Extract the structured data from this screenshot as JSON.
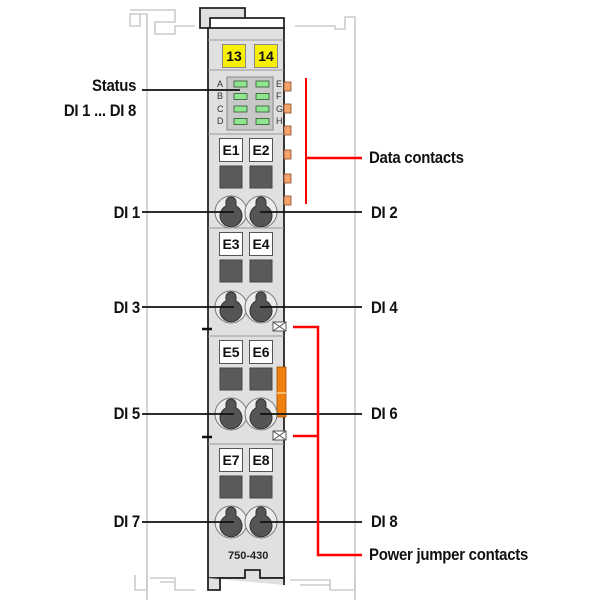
{
  "module": {
    "model": "750-430",
    "tags": [
      "13",
      "14"
    ],
    "led_letters_left": [
      "A",
      "B",
      "C",
      "D"
    ],
    "led_letters_right": [
      "E",
      "F",
      "G",
      "H"
    ],
    "slots": [
      "E1",
      "E2",
      "E3",
      "E4",
      "E5",
      "E6",
      "E7",
      "E8"
    ],
    "colors": {
      "housing": "#e0e0e0",
      "outline": "#222222",
      "tag": "#f7f000",
      "led": "#8ee68e",
      "contact": "#f4a46a",
      "jumper": "#f08010",
      "annotation": "#ff0000",
      "rail": "#cccccc"
    }
  },
  "labels": {
    "status_line1": "Status",
    "status_line2": "DI 1 ... DI 8",
    "data_contacts": "Data contacts",
    "power_jumper_contacts": "Power jumper contacts",
    "di_left": [
      "DI 1",
      "DI 3",
      "DI 5",
      "DI 7"
    ],
    "di_right": [
      "DI 2",
      "DI 4",
      "DI 6",
      "DI 8"
    ]
  }
}
